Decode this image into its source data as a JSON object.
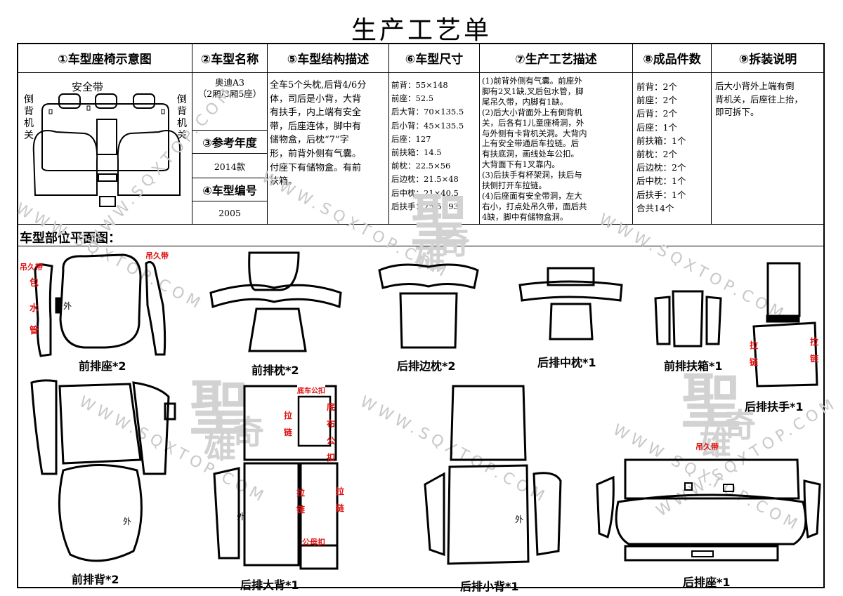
{
  "title": "生产工艺单",
  "headers": [
    "①车型座椅示意图",
    "②车型名称",
    "⑤车型结构描述",
    "⑥车型尺寸",
    "⑦生产工艺描述",
    "⑧成品件数",
    "⑨拆装说明"
  ],
  "seat_diagram": {
    "belt_label": "安全带",
    "left_label": "倒\n背\n机\n关",
    "right_label": "倒\n背\n机\n关"
  },
  "model_name": "奥迪A3\n（2厢/3厢5座）",
  "ref_year_label": "③参考年度",
  "ref_year": "2014款",
  "model_no_label": "④车型编号",
  "model_no": "2005",
  "structure": "全车5个头枕,后背4/6分\n体，司后是小背，大背\n有扶手，内上端有安全\n带，后座连体，脚中有\n储物盒，后枕“7”字\n形，前背外侧有气囊。\n付座下有储物盒。有前\n扶箱。",
  "sizes": "前背：55×148\n前座：52.5\n后大背：70×135.5\n后小背：45×135.5\n后座：127\n前扶箱：14.5\n前枕：22.5×56\n后边枕：21.5×48\n后中枕：21×40.5\n后扶手：25.5×93",
  "process": "(1)前背外侧有气囊。前座外\n脚有2叉1缺,叉后包水管，脚\n尾吊久带，内脚有1缺。\n(2)后大小背面外上有倒背机\n关，后各有1儿童座椅洞，外\n与外侧有卡背机关洞。大背内\n上有安全带通后车拉链。后\n有扶底洞，画线处车公扣。\n大背面下有1叉靠内。\n(3)后扶手有杯架洞，扶后与\n扶侧打开车拉链。\n(4)后座面有安全带洞，左大\n右小，打点处吊久带，面后共\n4缺，脚中有储物盒洞。",
  "counts": "前背：2个\n前座：2个\n后背：2个\n后座：1个\n前扶箱：1个\n前枕：2个\n后边枕：2个\n后中枕：1个\n后扶手：1个\n合共14个",
  "install": "后大小背外上端有倒\n背机关，后座往上抬，\n即可拆下。",
  "plan_title": "车型部位平面图：",
  "parts": [
    "前排座*2",
    "前排枕*2",
    "后排边枕*2",
    "后排中枕*1",
    "前排扶箱*1",
    "后排扶手*1",
    "前排背*2",
    "后排大背*1",
    "后排小背*1",
    "后排座*1"
  ],
  "annotations": {
    "diao_jiu_dai": "吊久带",
    "bao": "包",
    "shui": "水",
    "guan": "管",
    "wai": "外",
    "la": "拉",
    "lian": "链",
    "di_che_gong": "底车公扣",
    "di_bu": "底",
    "bu": "布",
    "gong": "公",
    "kou": "扣",
    "gong_mu_kou": "公母扣"
  },
  "watermark": {
    "url": "WWW.SQXTOP.COM",
    "brand1": "聖",
    "brand2": "奇",
    "brand3": "雄"
  }
}
